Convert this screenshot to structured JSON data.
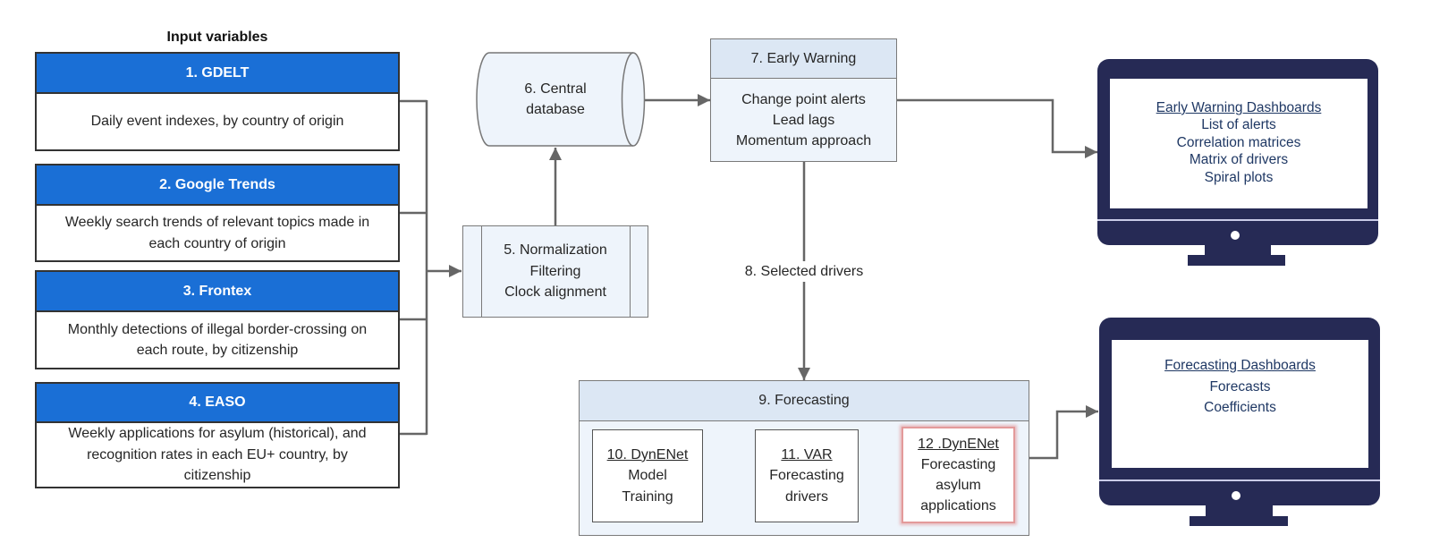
{
  "input_variables": {
    "title": "Input variables",
    "sources": [
      {
        "header": "1. GDELT",
        "description": [
          "Daily event indexes, by country of origin"
        ]
      },
      {
        "header": "2. Google Trends",
        "description": [
          "Weekly search trends of relevant topics made in",
          "each country of origin"
        ]
      },
      {
        "header": "3. Frontex",
        "description": [
          "Monthly detections of illegal border-crossing on",
          "each route, by citizenship"
        ]
      },
      {
        "header": "4. EASO",
        "description": [
          "Weekly applications for asylum (historical), and",
          "recognition rates in each EU+ country, by",
          "citizenship"
        ]
      }
    ]
  },
  "normalization": {
    "lines": [
      "5. Normalization",
      "Filtering",
      "Clock alignment"
    ]
  },
  "database": {
    "lines": [
      "6. Central",
      "database"
    ]
  },
  "early_warning": {
    "title": "7. Early Warning",
    "items": [
      "Change point alerts",
      "Lead lags",
      "Momentum approach"
    ]
  },
  "selected_drivers_label": "8. Selected drivers",
  "forecasting": {
    "title": "9. Forecasting",
    "steps": [
      {
        "heading": "10. DynENet",
        "lines": [
          "Model",
          "Training"
        ],
        "highlighted": false
      },
      {
        "heading": "11. VAR",
        "lines": [
          "Forecasting",
          "drivers"
        ],
        "highlighted": false
      },
      {
        "heading": "12 .DynENet",
        "lines": [
          "Forecasting",
          "asylum",
          "applications"
        ],
        "highlighted": true
      }
    ]
  },
  "dashboards": [
    {
      "title": "Early Warning Dashboards",
      "items": [
        "List of alerts",
        "Correlation matrices",
        "Matrix of drivers",
        "Spiral plots"
      ]
    },
    {
      "title": "Forecasting Dashboards",
      "items": [
        "Forecasts",
        "Coefficients"
      ]
    }
  ],
  "colors": {
    "src-head": "#1a6fd6",
    "panel-fill": "#eef4fb",
    "panel-head": "#dce7f4",
    "monitor": "#262a55",
    "monitor-text": "#1f3864",
    "highlight": "#e39a9a",
    "connector": "#666666"
  }
}
